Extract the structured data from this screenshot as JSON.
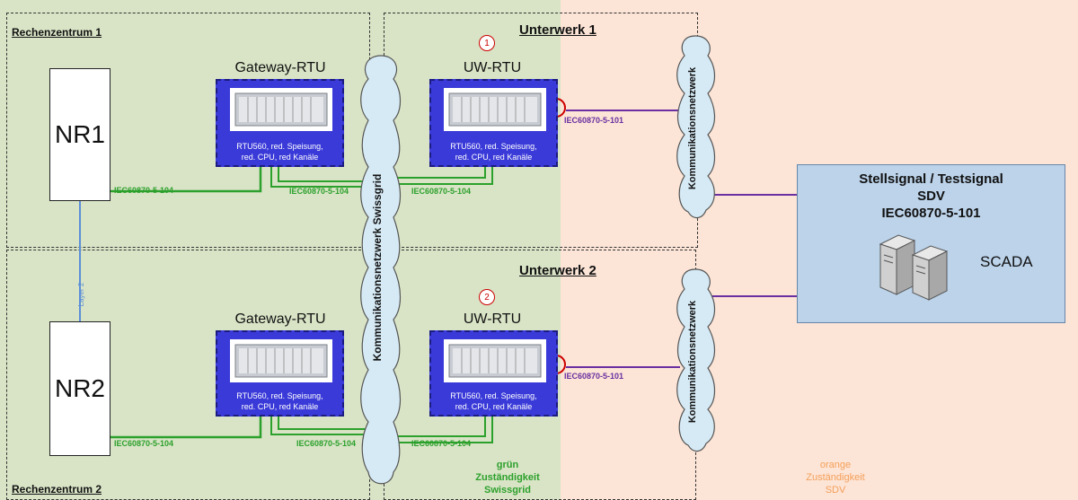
{
  "zones": {
    "rz1_title": "Rechenzentrum 1",
    "rz2_title": "Rechenzentrum 2",
    "uw1_title": "Unterwerk 1",
    "uw2_title": "Unterwerk 2"
  },
  "nodes": {
    "nr1": "NR1",
    "nr2": "NR2",
    "gateway_rtu_label": "Gateway-RTU",
    "uw_rtu_label": "UW-RTU",
    "rtu_text_line1": "RTU560, red. Speisung,",
    "rtu_text_line2": "red. CPU, red Kanäle",
    "badge1": "1",
    "badge2": "2"
  },
  "protocols": {
    "iec104": "IEC60870-5-104",
    "iec101": "IEC60870-5-101",
    "layer2": "Layer 2"
  },
  "clouds": {
    "swissgrid": "Kommunikationsnetzwerk Swissgrid",
    "network": "Kommunikationsnetzwerk"
  },
  "scada": {
    "line1": "Stellsignal / Testsignal",
    "line2": "SDV",
    "line3": "IEC60870-5-101",
    "label": "SCADA"
  },
  "legend": {
    "green_1": "grün",
    "green_2": "Zuständigkeit",
    "green_3": "Swissgrid",
    "orange_1": "orange",
    "orange_2": "Zuständigkeit",
    "orange_3": "SDV"
  },
  "colors": {
    "green_zone": "#d9e4c6",
    "orange_zone": "#fce4d6",
    "rtu_blue": "#3a3ad9",
    "link_green": "#2ca02c",
    "link_purple": "#6a2fa0",
    "link_blue": "#5b8fd6",
    "badge_red": "#cc0000"
  }
}
